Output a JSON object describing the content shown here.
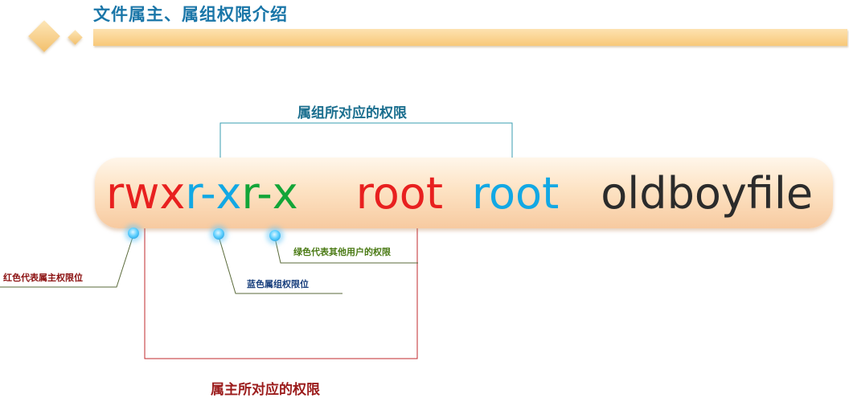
{
  "header": {
    "title": "文件属主、属组权限介绍"
  },
  "permission_string": {
    "owner": "rwx",
    "group": "r-x",
    "other": "r-x",
    "user": "root",
    "group_name": "root",
    "filename": "oldboyfile"
  },
  "annotations": {
    "group_bracket": "属组所对应的权限",
    "owner_bracket": "属主所对应的权限",
    "red_callout": "红色代表属主权限位",
    "blue_callout": "蓝色属组权限位",
    "green_callout": "绿色代表其他用户的权限"
  },
  "colors": {
    "owner": "#e8201f",
    "group": "#12a8e4",
    "other": "#13a538",
    "filename": "#2b2b2b",
    "title": "#1a76a8"
  }
}
